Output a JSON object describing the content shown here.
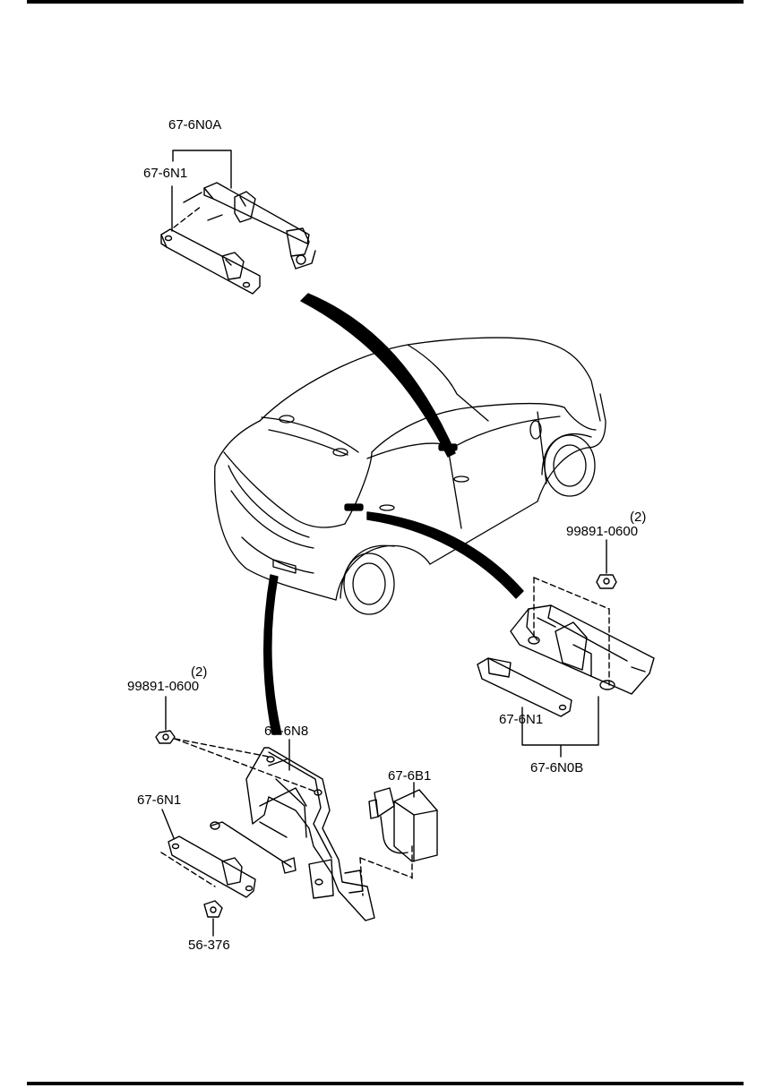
{
  "labels": {
    "antenna_front_assy": "67-6N0A",
    "antenna_front": "67-6N1",
    "antenna_rear_assy": "67-6N0B",
    "antenna_rear": "67-6N1",
    "rear_nut_qty": "(2)",
    "rear_nut_part": "99891-0600",
    "bracket_nut_qty": "(2)",
    "bracket_nut_part": "99891-0600",
    "bracket": "67-6N8",
    "control_unit": "67-6B1",
    "antenna_lower": "67-6N1",
    "clip": "56-376"
  }
}
